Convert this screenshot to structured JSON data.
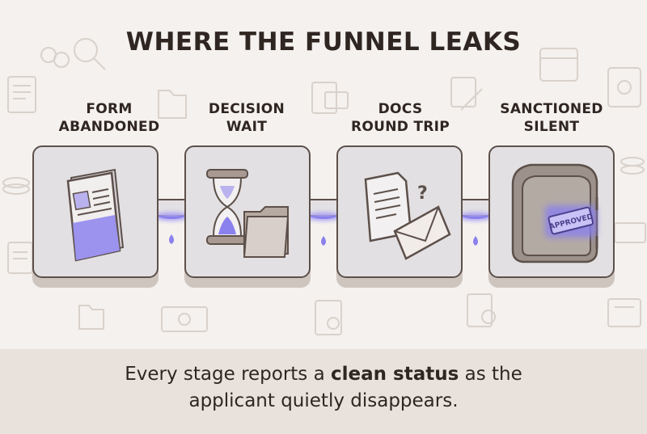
{
  "title": "WHERE THE FUNNEL LEAKS",
  "stages": [
    {
      "line1": "FORM",
      "line2": "ABANDONED",
      "icon": "form-document-icon"
    },
    {
      "line1": "DECISION",
      "line2": "WAIT",
      "icon": "hourglass-folder-icon"
    },
    {
      "line1": "DOCS",
      "line2": "ROUND TRIP",
      "icon": "document-envelope-icon"
    },
    {
      "line1": "SANCTIONED",
      "line2": "SILENT",
      "icon": "vault-approved-icon"
    }
  ],
  "stamp_text": "APPROVED",
  "caption": {
    "before": "Every stage reports a ",
    "bold": "clean status",
    "after": " as the",
    "line2": "applicant quietly disappears."
  },
  "colors": {
    "background": "#f4f1ee",
    "text": "#2f2521",
    "outline": "#5d504a",
    "leak": "#7f74e8",
    "panel": "#e3e0e3",
    "footer": "#e9e2dc"
  }
}
